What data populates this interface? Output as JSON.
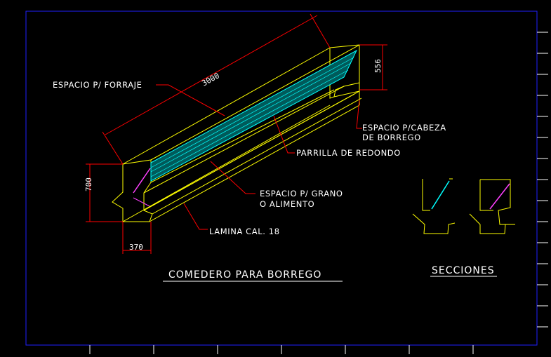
{
  "drawing": {
    "title": "COMEDERO PARA BORREGO",
    "sections_title": "SECCIONES",
    "labels": {
      "forage": "ESPACIO P/ FORRAJE",
      "head_line1": "ESPACIO P/CABEZA",
      "head_line2": "DE BORREGO",
      "grill": "PARRILLA DE REDONDO",
      "grain_line1": "ESPACIO P/ GRANO",
      "grain_line2": "O ALIMENTO",
      "sheet": "LAMINA CAL. 18"
    },
    "dimensions": {
      "length": "3000",
      "height": "700",
      "width": "370",
      "end_height": "556"
    }
  },
  "colors": {
    "background": "#000000",
    "frame": "#2020ff",
    "outline": "#ffff00",
    "dimension": "#ff0000",
    "grill": "#00ffff",
    "hatch": "#00c8c8",
    "accent": "#ff40ff",
    "text": "#ffffff"
  }
}
